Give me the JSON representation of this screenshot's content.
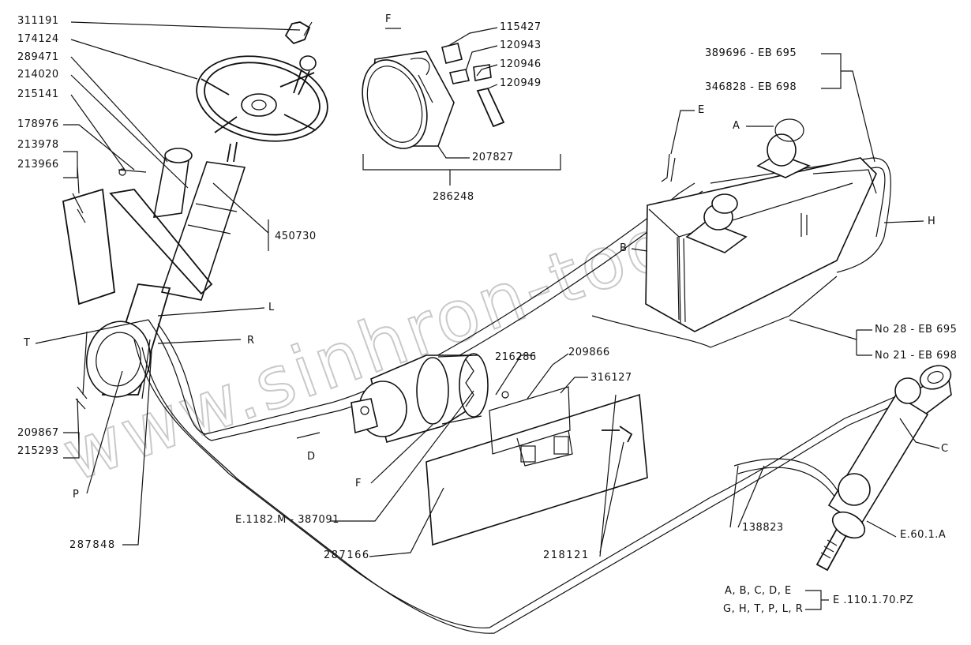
{
  "watermark": "www.sinhron-too.kz",
  "labels": {
    "p311191": "311191",
    "p174124": "174124",
    "p289471": "289471",
    "p214020": "214020",
    "p215141": "215141",
    "p178976": "178976",
    "p213978": "213978",
    "p213966": "213966",
    "p450730": "450730",
    "pL": "L",
    "pR": "R",
    "pT": "T",
    "p209867": "209867",
    "p215293": "215293",
    "pP": "P",
    "p287848": "287848",
    "pD": "D",
    "pF2": "F",
    "pE1182": "E.1182.M - 387091",
    "p287166": "287166",
    "p218121": "218121",
    "p216286": "216286",
    "p209866": "209866",
    "p316127": "316127",
    "pF": "F",
    "p115427": "115427",
    "p120943": "120943",
    "p120946": "120946",
    "p120949": "120949",
    "p207827": "207827",
    "p286248": "286248",
    "p389696": "389696 - EB 695",
    "p346828": "346828 - EB 698",
    "pE": "E",
    "pA": "A",
    "pB": "B",
    "pH": "H",
    "pNo28": "No 28 - EB 695",
    "pNo21": "No 21 - EB 698",
    "pC": "C",
    "p138823": "138823",
    "pE601A": "E.60.1.A",
    "legend1": "A, B, C, D, E",
    "legend2": "G, H, T, P, L, R",
    "legendRef": "E .110.1.70.PZ"
  }
}
